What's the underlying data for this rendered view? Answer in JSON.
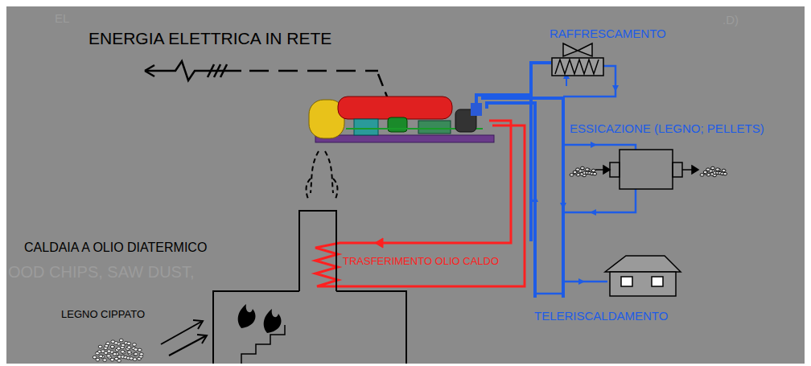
{
  "diagram": {
    "labels": [
      "ENERGIA ELETTRICA IN RETE",
      "RAFFRESCAMENTO",
      "ESSICAZIONE (LEGNO; PELLETS)",
      "TELERISCALDAMENTO",
      "CALDAIA A OLIO DIATERMICO",
      "TRASFERIMENTO OLIO CALDO",
      "LEGNO CIPPATO",
      "OOD CHIPS, SAW DUST,",
      "EL",
      ".D)"
    ]
  }
}
